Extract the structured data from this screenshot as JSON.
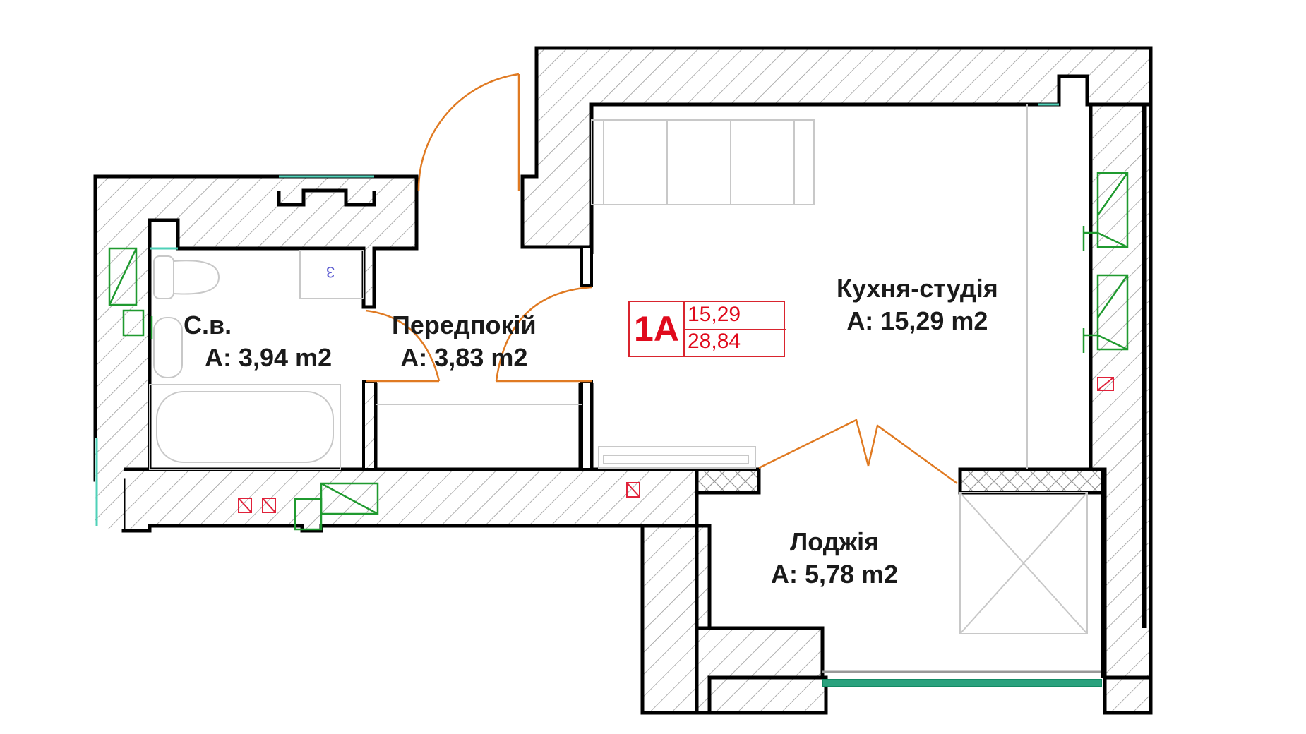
{
  "plan": {
    "apartment": {
      "id": "1A",
      "living_area": "15,29",
      "total_area": "28,84"
    },
    "rooms": [
      {
        "name": "С.в.",
        "area": "A: 3,94 m2"
      },
      {
        "name": "Передпокій",
        "area": "A: 3,83 m2"
      },
      {
        "name": "Кухня-студія",
        "area": "A: 15,29 m2"
      },
      {
        "name": "Лоджія",
        "area": "A: 5,78 m2"
      }
    ],
    "fixture_marker": "3",
    "colors": {
      "wall": "#000000",
      "door": "#e07a22",
      "window": "#4fd1b8",
      "ventilation": "#1f9a2f",
      "socket": "#e0223a",
      "apartment_label": "#e00a1c"
    }
  }
}
